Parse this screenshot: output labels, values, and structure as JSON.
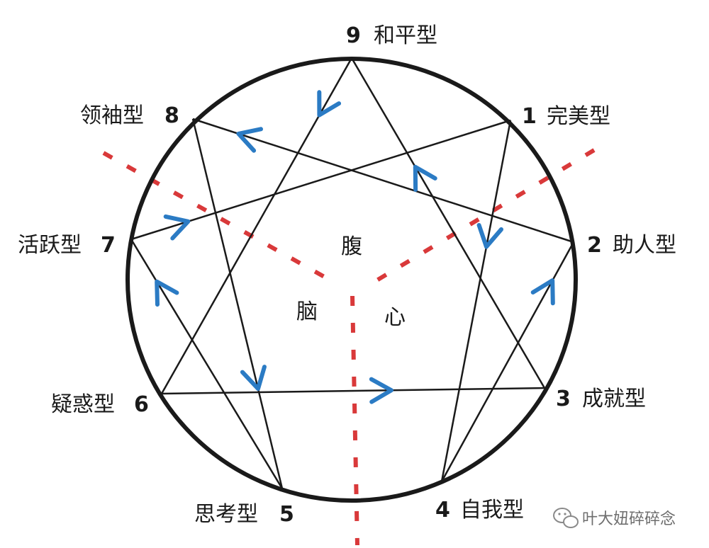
{
  "nodes": [
    {
      "id": "9",
      "number": "9",
      "label": "和平型"
    },
    {
      "id": "1",
      "number": "1",
      "label": "完美型"
    },
    {
      "id": "2",
      "number": "2",
      "label": "助人型"
    },
    {
      "id": "3",
      "number": "3",
      "label": "成就型"
    },
    {
      "id": "4",
      "number": "4",
      "label": "自我型"
    },
    {
      "id": "5",
      "number": "5",
      "label": "思考型"
    },
    {
      "id": "6",
      "number": "6",
      "label": "疑惑型"
    },
    {
      "id": "7",
      "number": "7",
      "label": "活跃型"
    },
    {
      "id": "8",
      "number": "8",
      "label": "领袖型"
    }
  ],
  "centers": {
    "gut": "腹",
    "head": "脑",
    "heart": "心"
  },
  "watermark": {
    "icon": "wechat-icon",
    "text": "叶大妞碎碎念"
  },
  "colors": {
    "circle": "#1a1a1a",
    "line": "#1a1a1a",
    "arrow": "#2b7bc4",
    "divider": "#d9393a",
    "text": "#1a1a1a"
  }
}
